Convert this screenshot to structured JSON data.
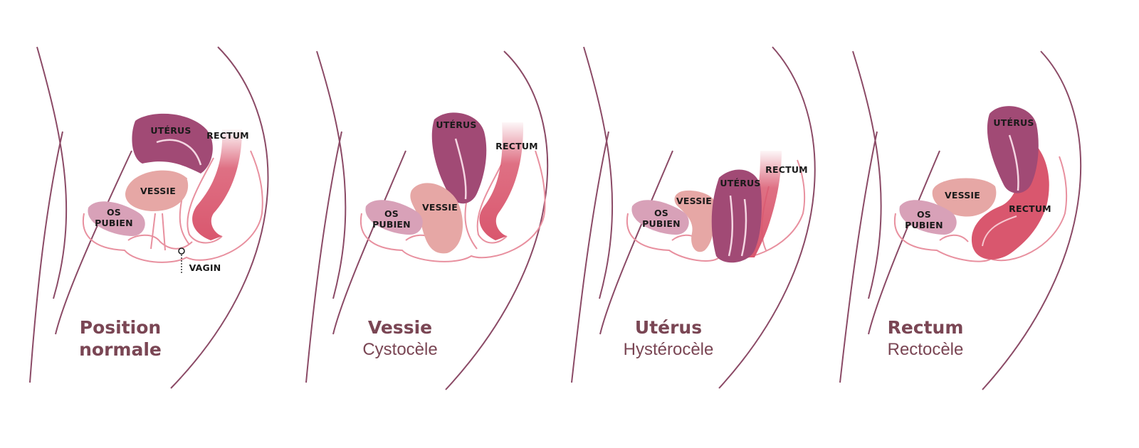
{
  "colors": {
    "body_line": "#8b4a66",
    "outline": "#e8909f",
    "uterus": "#a14a75",
    "bladder": "#e6a7a5",
    "rectum": "#d9576e",
    "pubic_bone": "#d8a1b8",
    "caption": "#7a4654"
  },
  "panels": [
    {
      "id": "normal",
      "labels": {
        "uterus": "UTÉRUS",
        "rectum": "RECTUM",
        "bladder": "VESSIE",
        "pubic_line1": "OS",
        "pubic_line2": "PUBIEN",
        "vagina": "VAGIN"
      },
      "caption": {
        "title": "Position normale",
        "subtitle": ""
      }
    },
    {
      "id": "cystocele",
      "labels": {
        "uterus": "UTÉRUS",
        "rectum": "RECTUM",
        "bladder": "VESSIE",
        "pubic_line1": "OS",
        "pubic_line2": "PUBIEN"
      },
      "caption": {
        "title": "Vessie",
        "subtitle": "Cystocèle"
      }
    },
    {
      "id": "hysterocele",
      "labels": {
        "uterus": "UTÉRUS",
        "rectum": "RECTUM",
        "bladder": "VESSIE",
        "pubic_line1": "OS",
        "pubic_line2": "PUBIEN"
      },
      "caption": {
        "title": "Utérus",
        "subtitle": "Hystérocèle"
      }
    },
    {
      "id": "rectocele",
      "labels": {
        "uterus": "UTÉRUS",
        "rectum": "RECTUM",
        "bladder": "VESSIE",
        "pubic_line1": "OS",
        "pubic_line2": "PUBIEN"
      },
      "caption": {
        "title": "Rectum",
        "subtitle": "Rectocèle"
      }
    }
  ]
}
